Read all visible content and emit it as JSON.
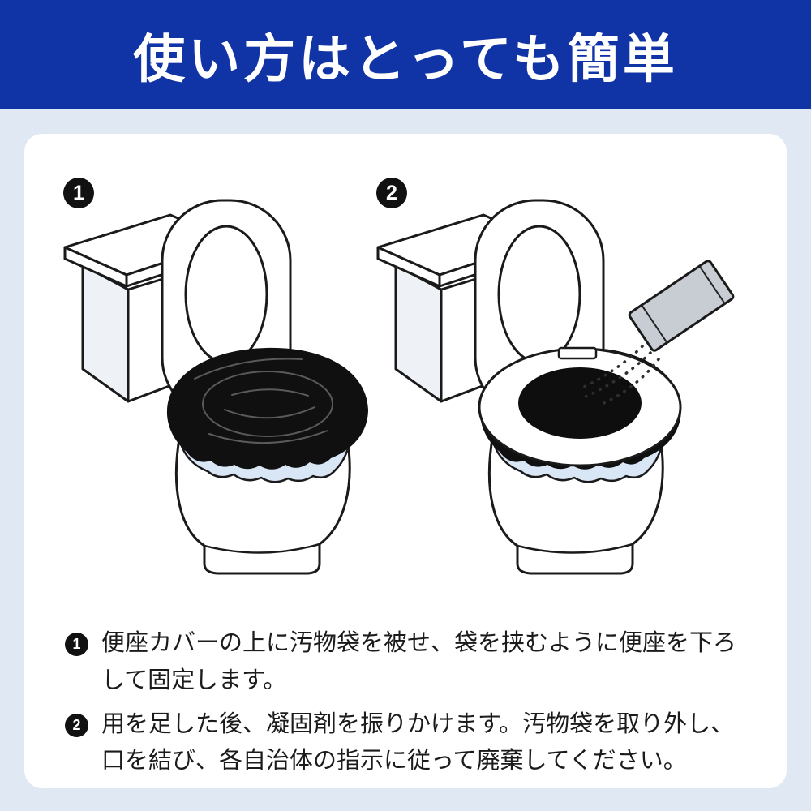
{
  "header": {
    "title": "使い方はとっても簡単"
  },
  "colors": {
    "header_bg": "#1034a6",
    "header_text": "#ffffff",
    "page_bg": "#dfe8f3",
    "card_bg": "#ffffff",
    "badge_bg": "#111111",
    "badge_text": "#ffffff",
    "bag_black": "#101010",
    "liner_blue": "#d8e6f6",
    "packet_gray": "#c8cdd4"
  },
  "figures": [
    {
      "step": "1",
      "illustration": "toilet-seat-covered-with-waste-bag"
    },
    {
      "step": "2",
      "illustration": "coagulant-packet-pouring-into-toilet"
    }
  ],
  "instructions": [
    {
      "number": "1",
      "text": "便座カバーの上に汚物袋を被せ、袋を挟むように便座を下ろして固定します。"
    },
    {
      "number": "2",
      "text": "用を足した後、凝固剤を振りかけます。汚物袋を取り外し、口を結び、各自治体の指示に従って廃棄してください。"
    }
  ]
}
